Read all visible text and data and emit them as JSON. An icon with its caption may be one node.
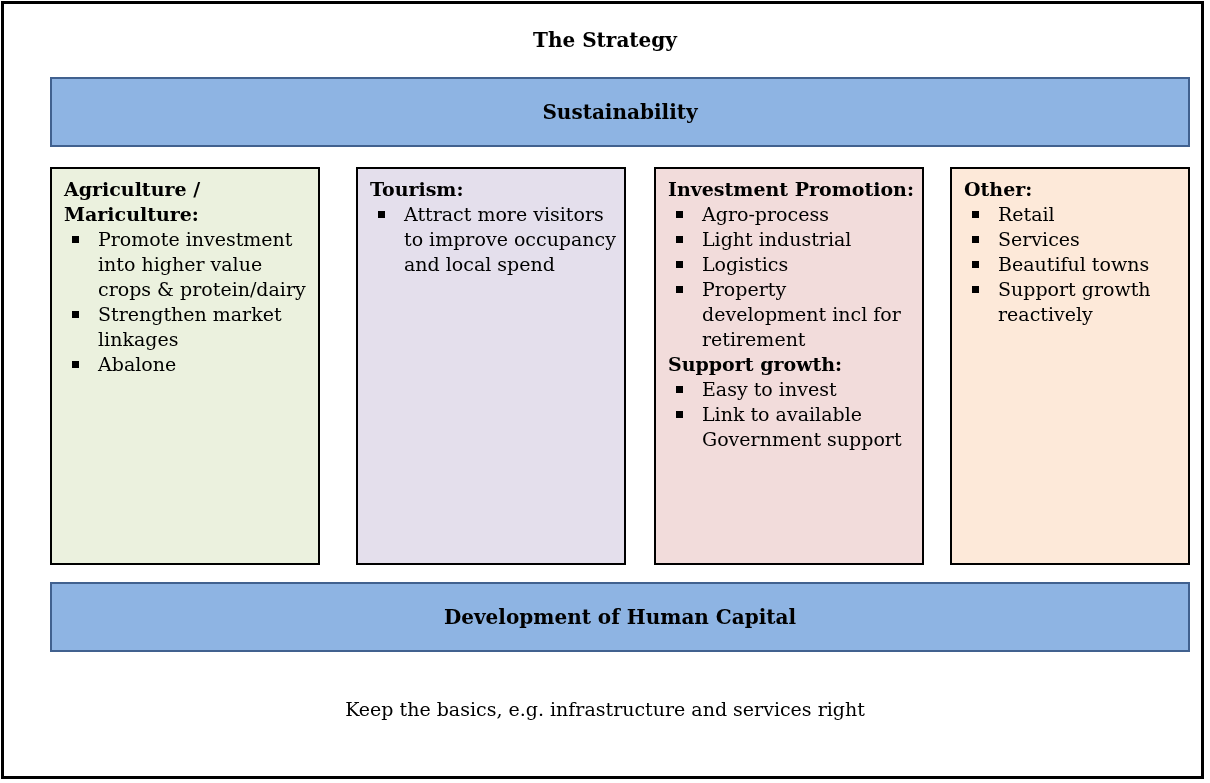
{
  "diagram": {
    "title": "The Strategy",
    "caption": "Keep the basics, e.g. infrastructure and services right",
    "nodes": [
      {
        "text": [
          "Sustainability"
        ]
      },
      {
        "text": [
          "Agriculture / Mariculture:",
          "Promote investment into higher value crops & protein/dairy",
          "Strengthen market linkages",
          "Abalone"
        ]
      },
      {
        "text": [
          "Tourism:",
          "Attract more visitors to improve occupancy and local spend"
        ]
      },
      {
        "text": [
          "Investment Promotion:",
          "Agro-process",
          "Light industrial",
          "Logistics",
          "Property development incl for retirement",
          "Support growth:",
          "Easy to invest",
          "Link to available Government support"
        ]
      },
      {
        "text": [
          "Other:",
          "Retail",
          "Services",
          "Beautiful towns",
          "Support growth reactively"
        ]
      },
      {
        "text": [
          "Development of Human Capital"
        ]
      }
    ]
  }
}
